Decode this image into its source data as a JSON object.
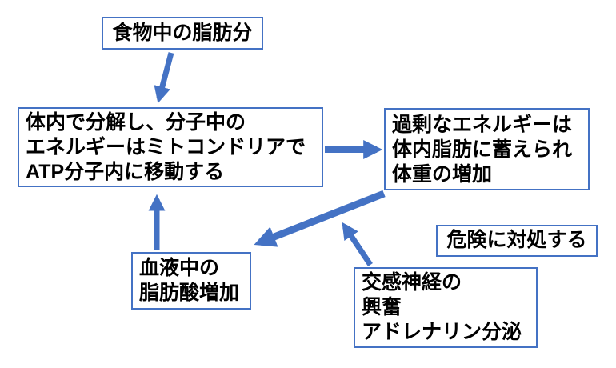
{
  "diagram": {
    "colors": {
      "accent": "#4472C4",
      "text": "#000000",
      "background": "#FFFFFF"
    },
    "nodes": {
      "food_fat": {
        "lines": [
          "食物中の脂肪分"
        ]
      },
      "breakdown": {
        "lines": [
          "体内で分解し、分子中の",
          "エネルギーはミトコンドリアで",
          "ATP分子内に移動する"
        ]
      },
      "excess_energy": {
        "lines": [
          "過剰なエネルギーは",
          "体内脂肪に蓄えられ",
          "体重の増加"
        ]
      },
      "blood_fatty_acid": {
        "lines": [
          "血液中の",
          "脂肪酸増加"
        ]
      },
      "danger": {
        "lines": [
          "危険に対処する"
        ]
      },
      "sympathetic": {
        "lines": [
          "交感神経の",
          "興奮",
          "アドレナリン分泌"
        ]
      }
    },
    "edges": [
      {
        "from": "food_fat",
        "to": "breakdown"
      },
      {
        "from": "breakdown",
        "to": "excess_energy"
      },
      {
        "from": "excess_energy",
        "to": "blood_fatty_acid"
      },
      {
        "from": "blood_fatty_acid",
        "to": "breakdown"
      },
      {
        "from": "sympathetic",
        "to": "edge-excess-to-blood"
      }
    ]
  }
}
